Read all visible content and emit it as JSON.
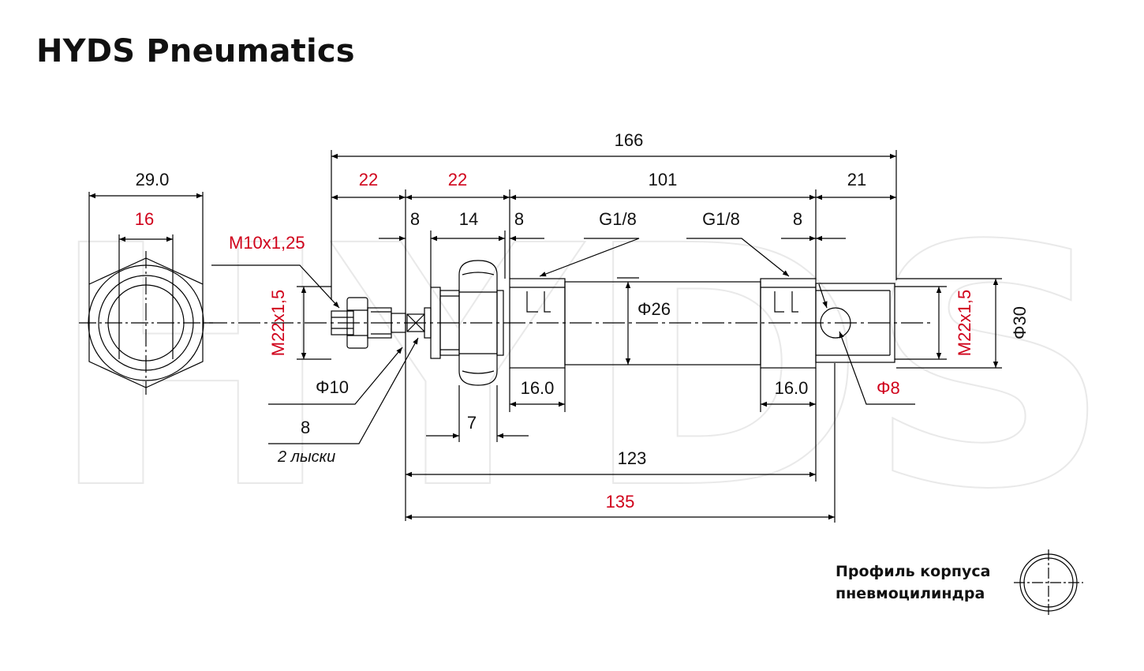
{
  "title": "HYDS Pneumatics",
  "watermark": "HYDS",
  "colors": {
    "line": "#000000",
    "red": "#d0021b",
    "watermark": "#eeeeee"
  },
  "dims": {
    "overall": "166",
    "d22a": "22",
    "d22b": "22",
    "d101": "101",
    "d21": "21",
    "d8a": "8",
    "d14": "14",
    "d8b": "8",
    "g18a": "G1/8",
    "g18b": "G1/8",
    "d8c": "8",
    "hex_width": "29.0",
    "hex_inner": "16",
    "rod_thread": "M10x1,25",
    "mount_thread_left": "M22x1,5",
    "mount_thread_right": "M22x1,5",
    "body_dia": "Φ26",
    "flange_dia": "Φ30",
    "rod_dia": "Φ10",
    "flats_size": "8",
    "flats_note": "2 лыски",
    "cap_len_left": "16.0",
    "cap_len_right": "16.0",
    "nut_len": "7",
    "d123": "123",
    "d135": "135",
    "pin_dia": "Φ8"
  },
  "legend": {
    "line1": "Профиль корпуса",
    "line2": "пневмоцилиндра"
  }
}
